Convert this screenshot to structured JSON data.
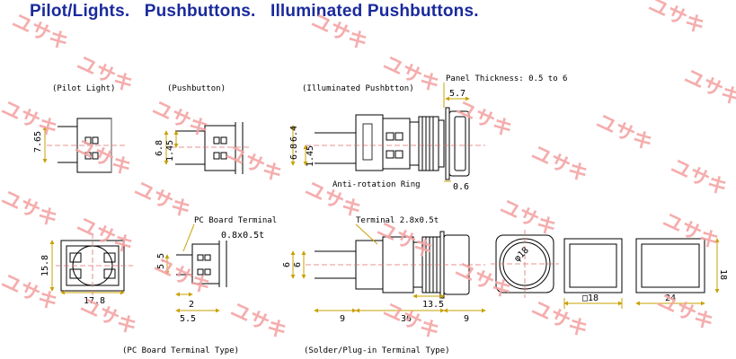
{
  "title": "Pilot/Lights.   Pushbuttons.   Illuminated Pushbuttons.",
  "labels": {
    "pilot_light": "(Pilot Light)",
    "pushbutton": "(Pushbutton)",
    "illuminated": "(Illuminated Pushbtton)",
    "panel_thickness": "Panel Thickness: 0.5 to 6",
    "anti_rotation": "Anti-rotation  Ring",
    "pc_board_terminal": "PC  Board  Terminal",
    "terminal": "Terminal  2.8x0.5t",
    "pc_board_type": "(PC  Board  Terminal  Type)",
    "solder_type": "(Solder/Plug-in  Terminal  Type)"
  },
  "dims": {
    "d_7_65": "7.65",
    "d_6_8": "6.8",
    "d_1_45": "1.45",
    "d_6_8b": "6.8",
    "d_6_4": "6.4",
    "d_1_45b": "1.45",
    "d_5_7": "5.7",
    "d_0_6": "0.6",
    "d_15_8": "15.8",
    "d_17_8": "17.8",
    "d_0_8x0_5t": "0.8x0.5t",
    "d_5_5v": "5.5",
    "d_2": "2",
    "d_5_5h": "5.5",
    "d_6a": "6",
    "d_6b": "6",
    "d_13_5": "13.5",
    "d_9a": "9",
    "d_36": "36",
    "d_9b": "9",
    "d_phi18": "φ18",
    "d_sq18": "□18",
    "d_24": "24",
    "d_18": "18"
  },
  "watermark": "ユサキ",
  "colors": {
    "title": "#1a2a9c",
    "dim_line": "#c9a000",
    "center_line": "#e07070",
    "watermark": "#f4a5a5"
  }
}
